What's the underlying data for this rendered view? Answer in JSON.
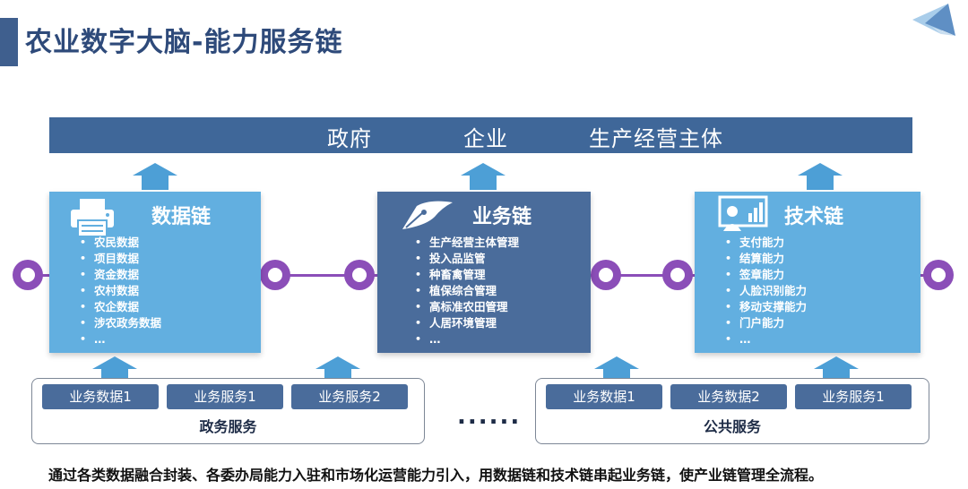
{
  "title": "农业数字大脑-能力服务链",
  "banner": [
    "政府",
    "企业",
    "生产经营主体"
  ],
  "cards": {
    "data_chain": {
      "title": "数据链",
      "items": [
        "农民数据",
        "项目数据",
        "资金数据",
        "农村数据",
        "农企数据",
        "涉农政务数据",
        "…"
      ]
    },
    "business_chain": {
      "title": "业务链",
      "items": [
        "生产经营主体管理",
        "投入品监管",
        "种畜禽管理",
        "植保综合管理",
        "高标准农田管理",
        "人居环境管理",
        "…"
      ]
    },
    "tech_chain": {
      "title": "技术链",
      "items": [
        "支付能力",
        "结算能力",
        "签章能力",
        "人脸识别能力",
        "移动支撑能力",
        "门户能力",
        "…"
      ]
    }
  },
  "groups": {
    "gov": {
      "label": "政务服务",
      "chips": [
        "业务数据1",
        "业务服务1",
        "业务服务2"
      ]
    },
    "public": {
      "label": "公共服务",
      "chips": [
        "业务数据1",
        "业务数据2",
        "业务服务1"
      ]
    }
  },
  "ellipsis": "......",
  "footer": "通过各类数据融合封装、各委办局能力入驻和市场化运营能力引入，用数据链和技术链串起业务链，使产业链管理全流程。",
  "colors": {
    "banner": "#3f6799",
    "card_light": "#62afe0",
    "card_dark": "#4a6c9b",
    "ring": "#8b4eb8",
    "arrow": "#4d9fd6"
  },
  "icons": {
    "data_chain": "printer-icon",
    "business_chain": "pen-nib-icon",
    "tech_chain": "presentation-icon"
  }
}
